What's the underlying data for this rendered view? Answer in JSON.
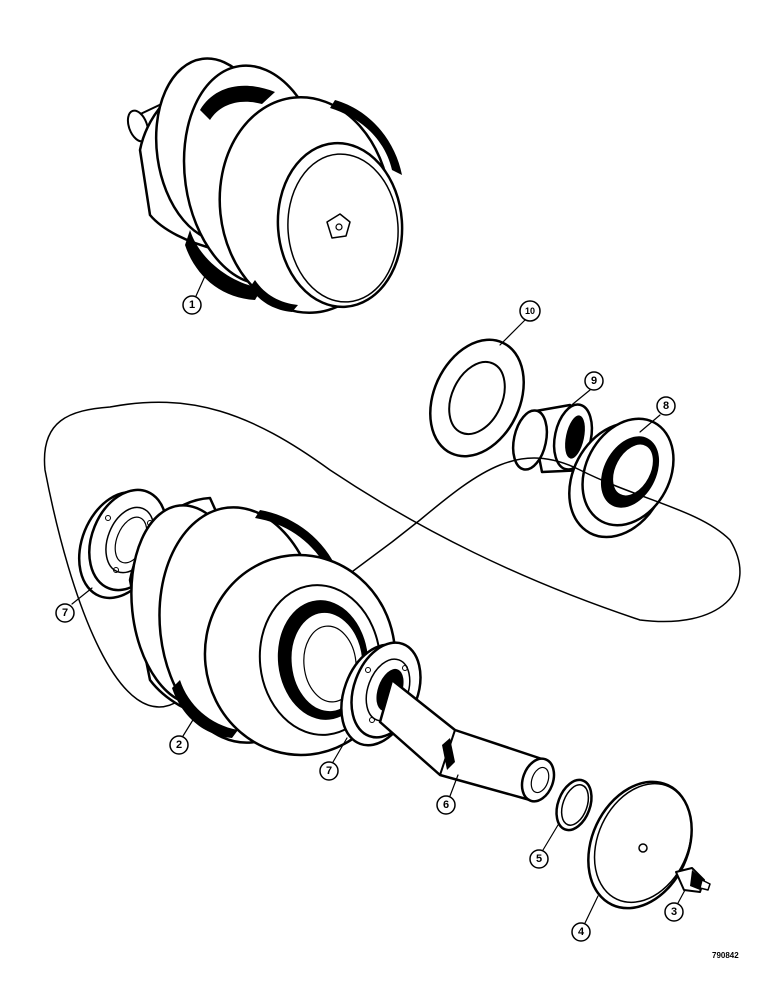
{
  "diagram": {
    "drawing_number": "790842",
    "callouts": [
      {
        "id": "callout-1",
        "label": "1"
      },
      {
        "id": "callout-2",
        "label": "2"
      },
      {
        "id": "callout-3",
        "label": "3"
      },
      {
        "id": "callout-4",
        "label": "4"
      },
      {
        "id": "callout-5",
        "label": "5"
      },
      {
        "id": "callout-6",
        "label": "6"
      },
      {
        "id": "callout-7a",
        "label": "7"
      },
      {
        "id": "callout-7b",
        "label": "7"
      },
      {
        "id": "callout-8",
        "label": "8"
      },
      {
        "id": "callout-9",
        "label": "9"
      },
      {
        "id": "callout-10",
        "label": "10"
      }
    ]
  }
}
